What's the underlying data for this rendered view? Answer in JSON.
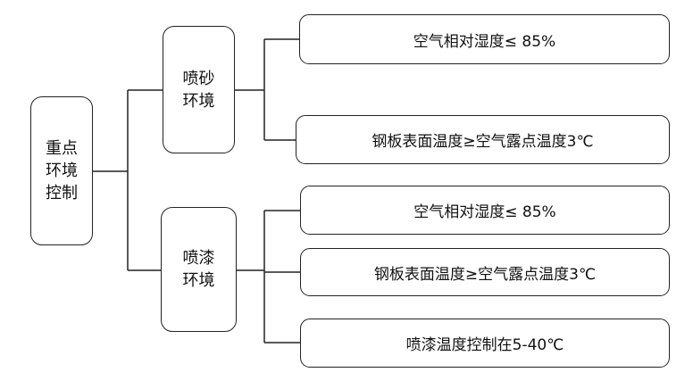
{
  "root": {
    "label": "重点\n环境\n控制"
  },
  "branches": [
    {
      "label": "喷砂\n环境",
      "items": [
        "空气相对湿度≤ 85%",
        "钢板表面温度≥空气露点温度3℃"
      ]
    },
    {
      "label": "喷漆\n环境",
      "items": [
        "空气相对湿度≤ 85%",
        "钢板表面温度≥空气露点温度3℃",
        "喷漆温度控制在5-40℃"
      ]
    }
  ],
  "colors": {
    "stroke": "#222222",
    "background": "#ffffff"
  }
}
